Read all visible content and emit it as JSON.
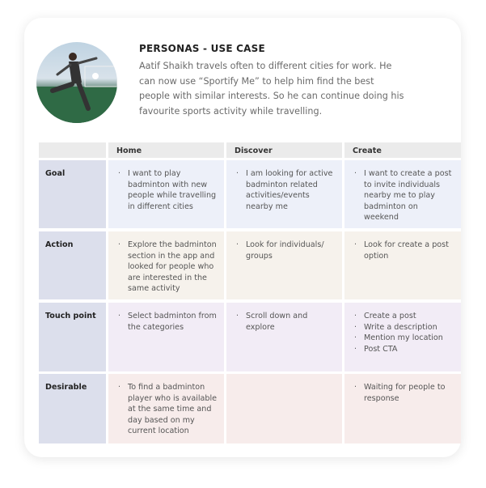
{
  "persona": {
    "title": "PERSONAS - USE CASE",
    "description": "Aatif Shaikh travels often to different cities for work. He can now use “Sportify Me” to help him find the best people with similar interests. So he can continue doing his favourite sports activity while travelling."
  },
  "table": {
    "columns": [
      "Home",
      "Discover",
      "Create"
    ],
    "rows": [
      {
        "label": "Goal",
        "color": "#edf0f9",
        "cells": [
          [
            "I want to play badminton with new people while travelling in different cities"
          ],
          [
            "I am looking for active badminton related activities/events nearby me"
          ],
          [
            "I want to create a post to invite individuals nearby me to play badminton on weekend"
          ]
        ]
      },
      {
        "label": "Action",
        "color": "#f6f2ec",
        "cells": [
          [
            "Explore the badminton section in the app and looked for people who are interested in the same activity"
          ],
          [
            "Look for individuals/ groups"
          ],
          [
            "Look for create a post option"
          ]
        ]
      },
      {
        "label": "Touch point",
        "color": "#f2ecf6",
        "cells": [
          [
            "Select badminton from the categories"
          ],
          [
            "Scroll down and explore"
          ],
          [
            "Create a post",
            "Write a description",
            "Mention my location",
            "Post CTA"
          ]
        ]
      },
      {
        "label": "Desirable",
        "color": "#f7eceb",
        "cells": [
          [
            "To find a badminton player who is available at the same time and day based on my current location"
          ],
          [],
          [
            "Waiting for people to response"
          ]
        ]
      }
    ]
  }
}
